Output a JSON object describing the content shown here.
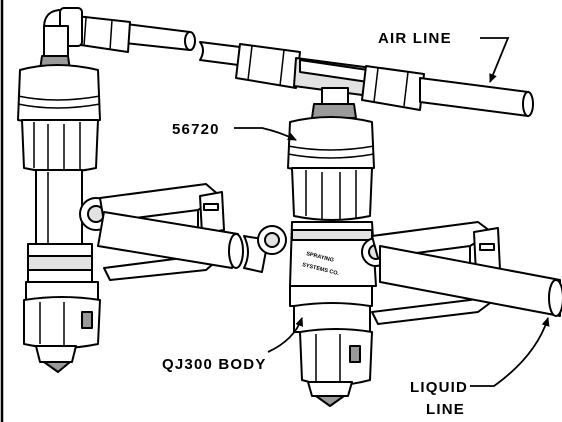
{
  "labels": {
    "air_line": "AIR  LINE",
    "part_number": "56720",
    "body": "QJ300  BODY",
    "liquid_line_1": "LIQUID",
    "liquid_line_2": "LINE"
  },
  "body_stamp": {
    "line1": "SPRAYING",
    "line2": "SYSTEMS CO."
  },
  "colors": {
    "ink": "#000000",
    "background": "#ffffff",
    "shade_light": "#e2e2e2",
    "shade_dark": "#9a9a9a"
  }
}
